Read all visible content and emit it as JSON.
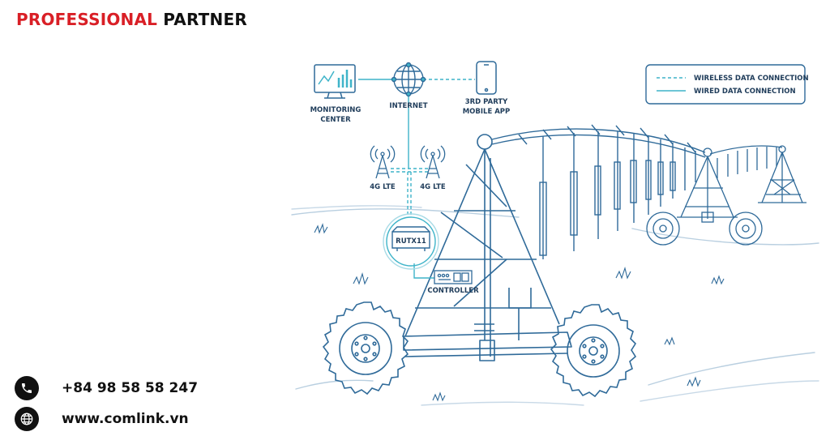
{
  "header": {
    "red": "PROFESSIONAL",
    "dark": "PARTNER"
  },
  "contact": {
    "phone": "+84 98 58 58 247",
    "website": "www.comlink.vn"
  },
  "icons": {
    "phone": "phone-icon",
    "web": "globe-icon"
  },
  "colors": {
    "accent": "#d91f26",
    "line": "#2f6a99",
    "cyan": "#3fb4c9",
    "text": "#1f3c5a"
  },
  "diagram": {
    "monitoring": [
      "MONITORING",
      "CENTER"
    ],
    "internet": "INTERNET",
    "app": [
      "3RD PARTY",
      "MOBILE APP"
    ],
    "lte_left": "4G LTE",
    "lte_right": "4G LTE",
    "router": "RUTX11",
    "controller": "CONTROLLER",
    "legend": {
      "wireless": "WIRELESS DATA CONNECTION",
      "wired": "WIRED DATA CONNECTION"
    }
  }
}
